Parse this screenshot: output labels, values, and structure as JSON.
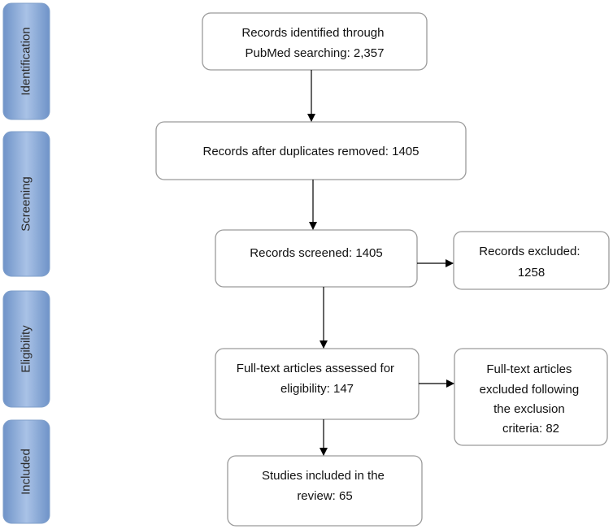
{
  "stages": {
    "identification": "Identification",
    "screening": "Screening",
    "eligibility": "Eligibility",
    "included": "Included"
  },
  "boxes": {
    "identified": [
      "Records identified through",
      "PubMed searching: 2,357"
    ],
    "after_duplicates": [
      "Records after duplicates removed: 1405"
    ],
    "screened": [
      "Records screened: 1405"
    ],
    "excluded": [
      "Records excluded:",
      "1258"
    ],
    "fulltext_assessed": [
      "Full-text articles assessed for",
      "eligibility: 147"
    ],
    "fulltext_excluded": [
      "Full-text articles",
      "excluded following",
      "the exclusion",
      "criteria: 82"
    ],
    "included_studies": [
      "Studies included in the",
      "review: 65"
    ]
  }
}
